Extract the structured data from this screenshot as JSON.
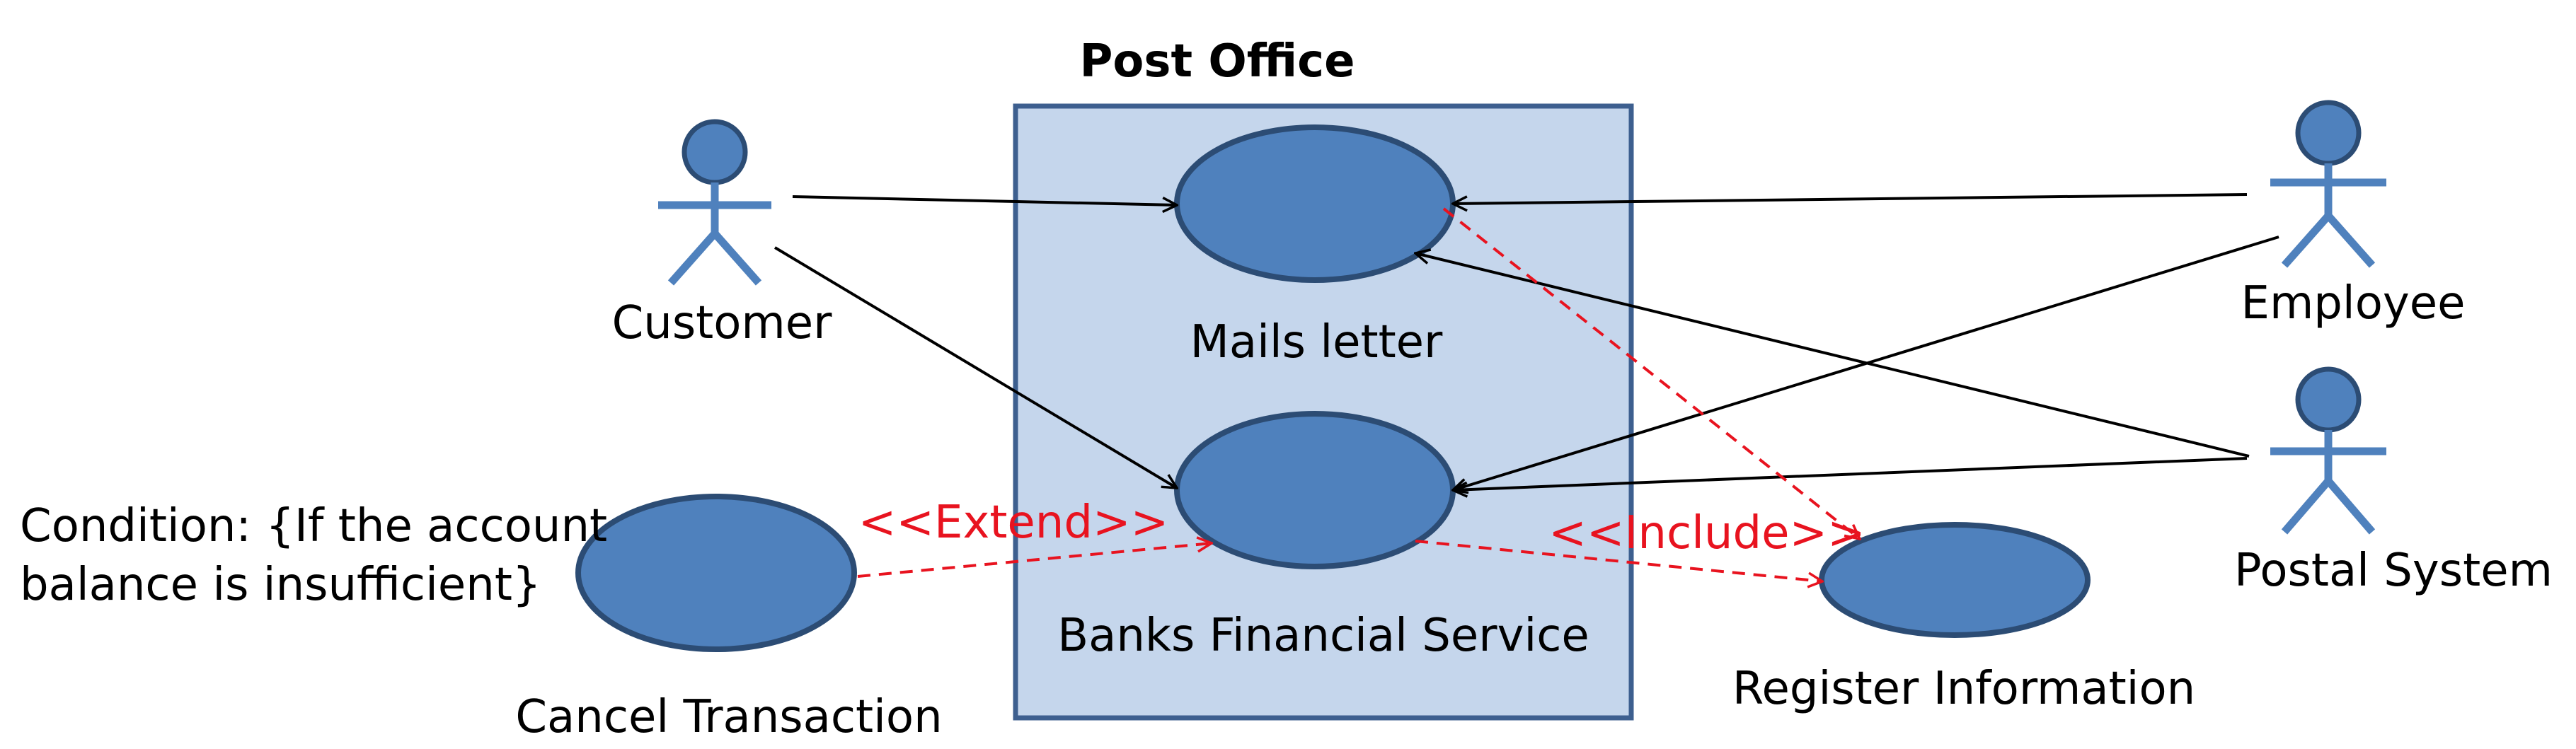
{
  "diagram": {
    "system_boundary": {
      "title": "Post Office"
    },
    "use_cases": {
      "mails_letter": "Mails letter",
      "banks_financial_service": "Banks Financial Service",
      "cancel_transaction": "Cancel Transaction",
      "register_information": "Register Information"
    },
    "actors": {
      "customer": "Customer",
      "employee": "Employee",
      "postal_system": "Postal System"
    },
    "relationships": {
      "extend": "<<Extend>>",
      "include": "<<Include>>"
    },
    "condition_note": {
      "line1": "Condition: {If the account",
      "line2": "balance is insufficient}"
    }
  },
  "colors": {
    "use_case_fill": "#4f81bd",
    "use_case_border": "#2c4c74",
    "boundary_fill": "#c5d6ec",
    "boundary_border": "#3d5f8f",
    "extend_include_arrow": "#e8131f",
    "association_arrow": "#000000"
  }
}
